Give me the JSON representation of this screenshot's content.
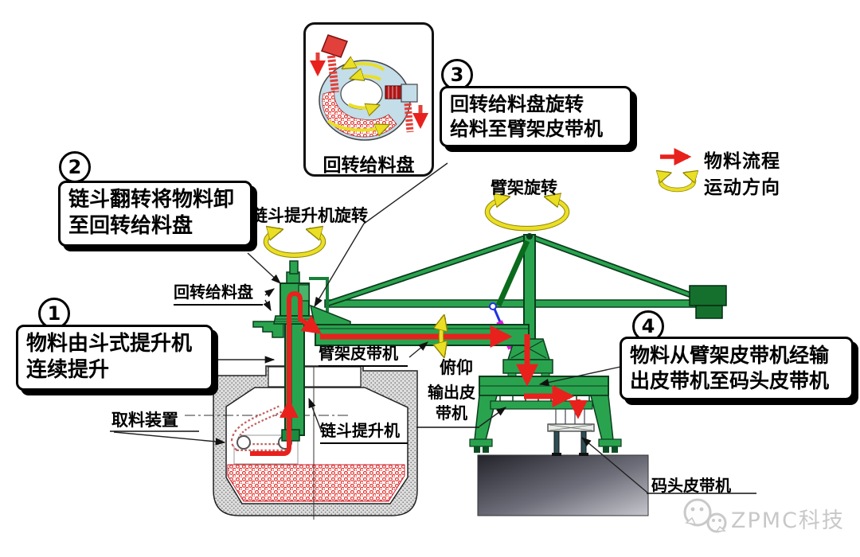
{
  "inset": {
    "caption": "回转给料盘"
  },
  "steps": [
    {
      "num": "1",
      "line1": "物料由斗式提升机",
      "line2": "连续提升"
    },
    {
      "num": "2",
      "line1": "链斗翻转将物料卸",
      "line2": "至回转给料盘"
    },
    {
      "num": "3",
      "line1": "回转给料盘旋转",
      "line2": "给料至臂架皮带机"
    },
    {
      "num": "4",
      "line1": "物料从臂架皮带机经输",
      "line2": "出皮带机至码头皮带机"
    }
  ],
  "labels": {
    "elevator_rotation": "链斗提升机旋转",
    "boom_rotation": "臂架旋转",
    "rotary_feeder": "回转给料盘",
    "boom_belt": "臂架皮带机",
    "luffing": "俯仰",
    "output_belt_line1": "输出皮",
    "output_belt_line2": "带机",
    "bucket_elevator": "链斗提升机",
    "reclaimer": "取料装置",
    "quay_belt": "码头皮带机"
  },
  "legend": {
    "material_flow": "物料流程",
    "motion_direction": "运动方向"
  },
  "watermark": {
    "brand": "ZPMC科技"
  },
  "colors": {
    "machine_green": "#2aa34f",
    "dark_green": "#0b3d1c",
    "flow_red": "#e8211d",
    "motion_yellow": "#eadf25",
    "cylinder_magenta": "#e018d8",
    "cylinder_blue": "#2233dd",
    "watermark_gray": "#c8c8c8"
  }
}
